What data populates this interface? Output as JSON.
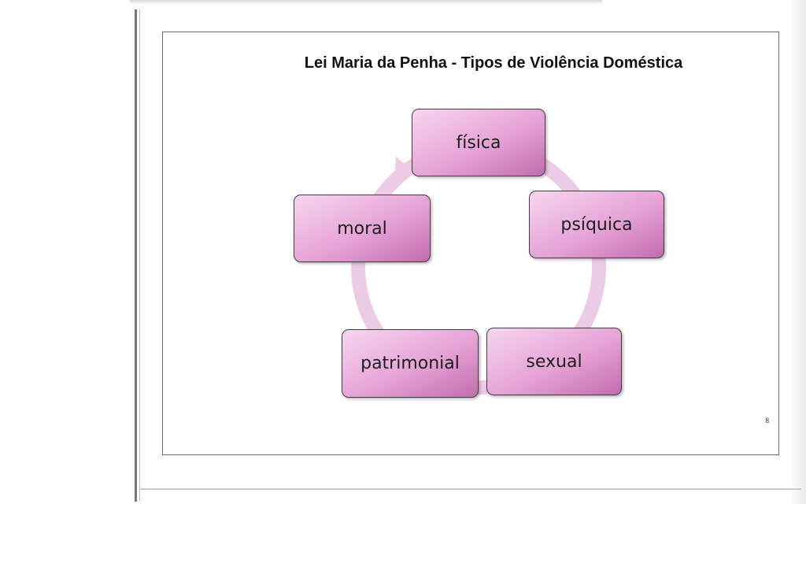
{
  "slide": {
    "title": "Lei Maria da Penha - Tipos de Violência Doméstica",
    "page_number": "8"
  },
  "cycle": {
    "nodes": [
      "física",
      "psíquica",
      "sexual",
      "patrimonial",
      "moral"
    ]
  },
  "colors": {
    "node_light": "#f6d6ef",
    "node_mid": "#e6a3d6",
    "node_dark": "#c26cae",
    "ring": "#eccbe5"
  }
}
